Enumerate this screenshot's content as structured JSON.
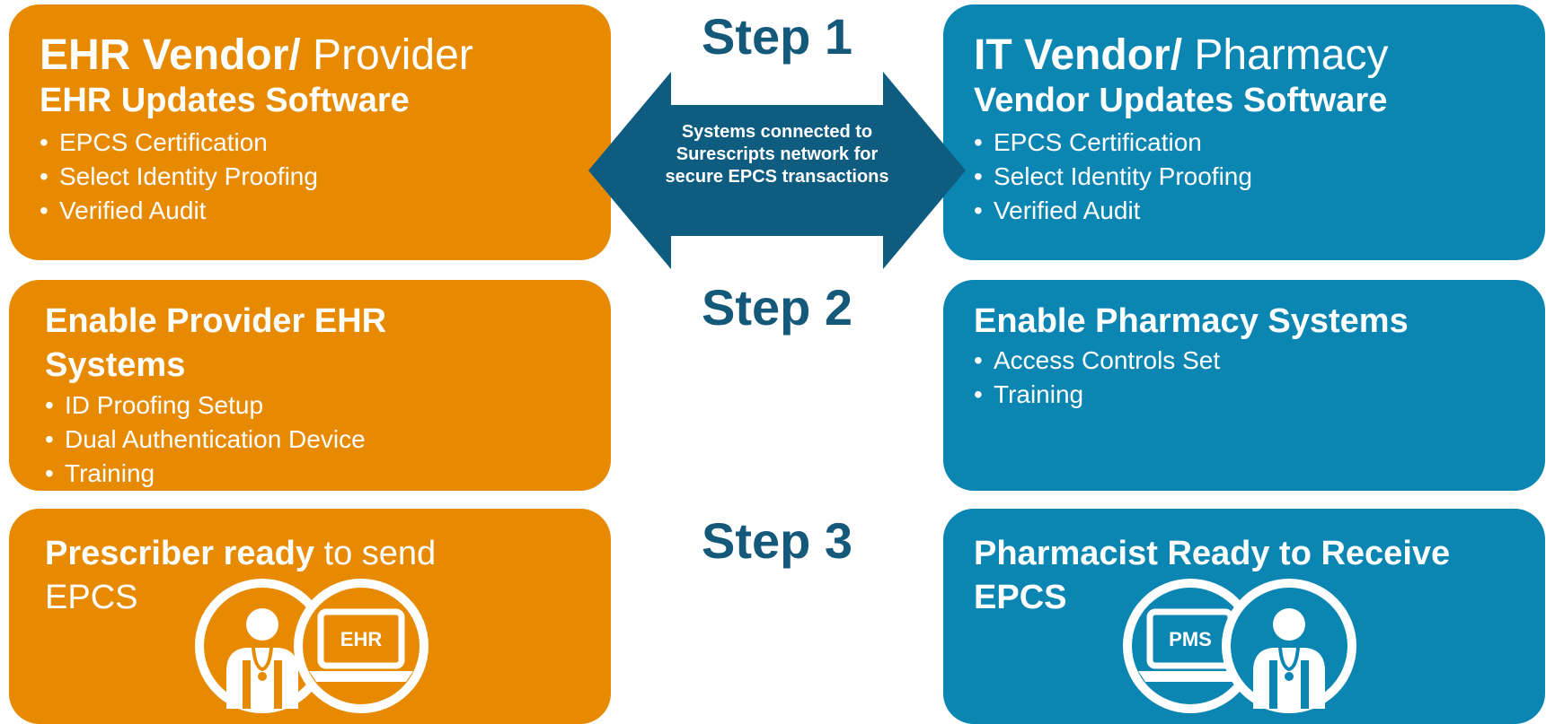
{
  "step1": "Step 1",
  "step2": "Step 2",
  "step3": "Step 3",
  "arrow_text": "Systems connected to Surescripts network for secure EPCS transactions",
  "left": {
    "box1": {
      "title_bold": "EHR Vendor/",
      "title_normal": " Provider",
      "subtitle": "EHR Updates Software",
      "bullets": [
        "EPCS Certification",
        "Select Identity Proofing",
        "Verified Audit"
      ]
    },
    "box2": {
      "title": "Enable Provider EHR Systems",
      "bullets": [
        "ID Proofing Setup",
        "Dual Authentication Device",
        "Training"
      ]
    },
    "box3": {
      "title_bold": "Prescriber ready",
      "title_normal": " to send EPCS",
      "laptop_label": "EHR"
    }
  },
  "right": {
    "box1": {
      "title_bold": "IT Vendor/",
      "title_normal": " Pharmacy",
      "subtitle": "Vendor Updates Software",
      "bullets": [
        "EPCS Certification",
        "Select Identity Proofing",
        "Verified Audit"
      ]
    },
    "box2": {
      "title": "Enable Pharmacy Systems",
      "bullets": [
        "Access Controls Set",
        "Training"
      ]
    },
    "box3": {
      "title": "Pharmacist Ready to Receive EPCS",
      "laptop_label": "PMS"
    }
  },
  "colors": {
    "orange": "#E88A00",
    "blue": "#0B86B3",
    "dark_blue": "#0E5C80",
    "step_text": "#14587A"
  }
}
